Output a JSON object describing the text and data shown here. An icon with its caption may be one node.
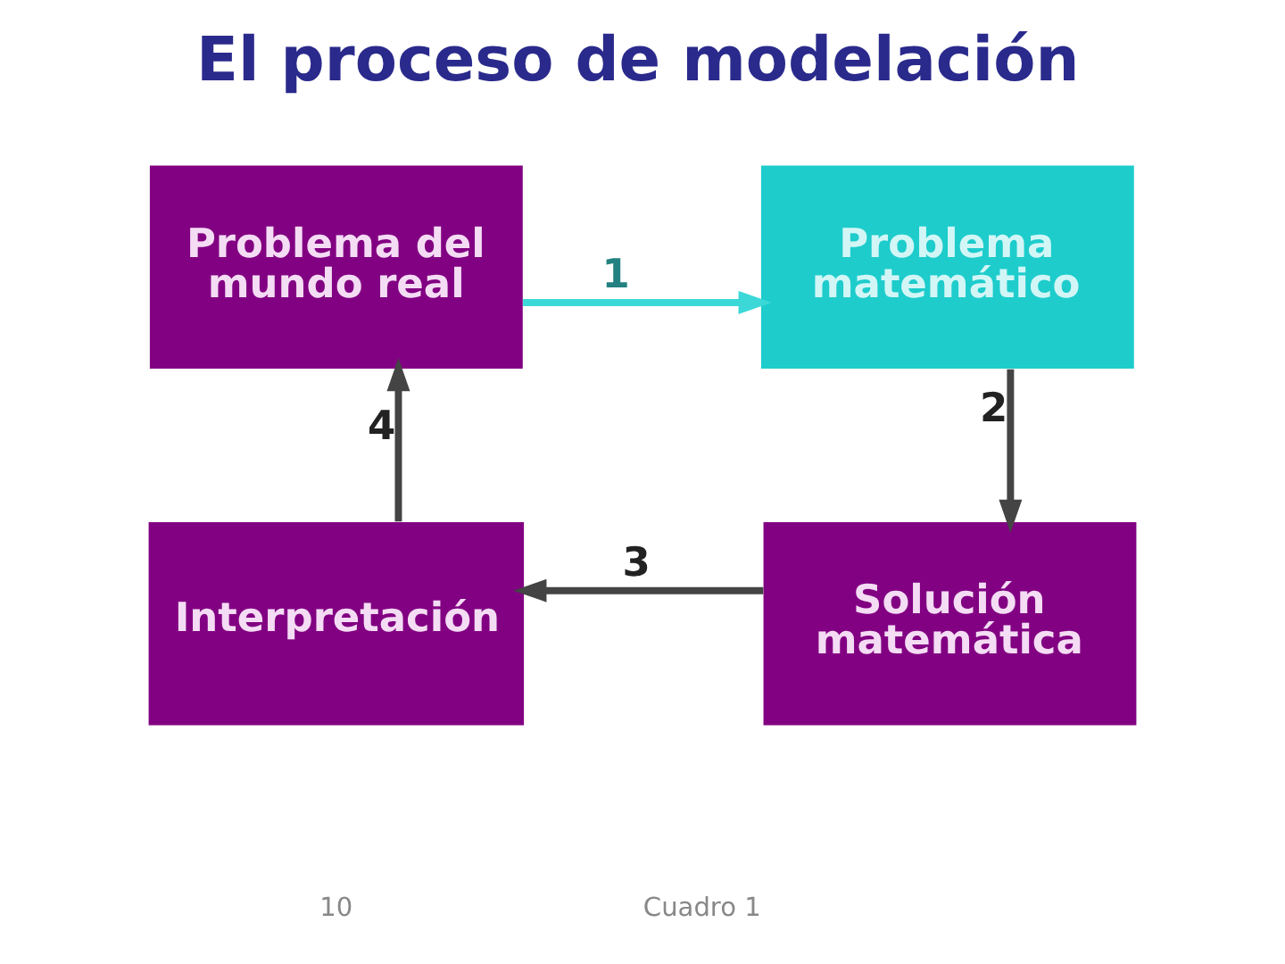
{
  "diagram": {
    "title": "El proceso de modelación",
    "nodes": [
      {
        "text": [
          "Problema del mundo real"
        ]
      },
      {
        "text": [
          "Problema matemático"
        ]
      },
      {
        "text": [
          "Solución matemática"
        ]
      },
      {
        "text": [
          "Interpretación"
        ]
      }
    ],
    "edges": [
      {
        "from": 0,
        "to": 1,
        "arrow": "to",
        "label": "1",
        "color": "#3cd8d8"
      },
      {
        "from": 1,
        "to": 2,
        "arrow": "to",
        "label": "2"
      },
      {
        "from": 2,
        "to": 3,
        "arrow": "to",
        "label": "3"
      },
      {
        "from": 3,
        "to": 0,
        "arrow": "to",
        "label": "4"
      }
    ],
    "labels": [
      "10",
      "Cuadro 1"
    ]
  }
}
